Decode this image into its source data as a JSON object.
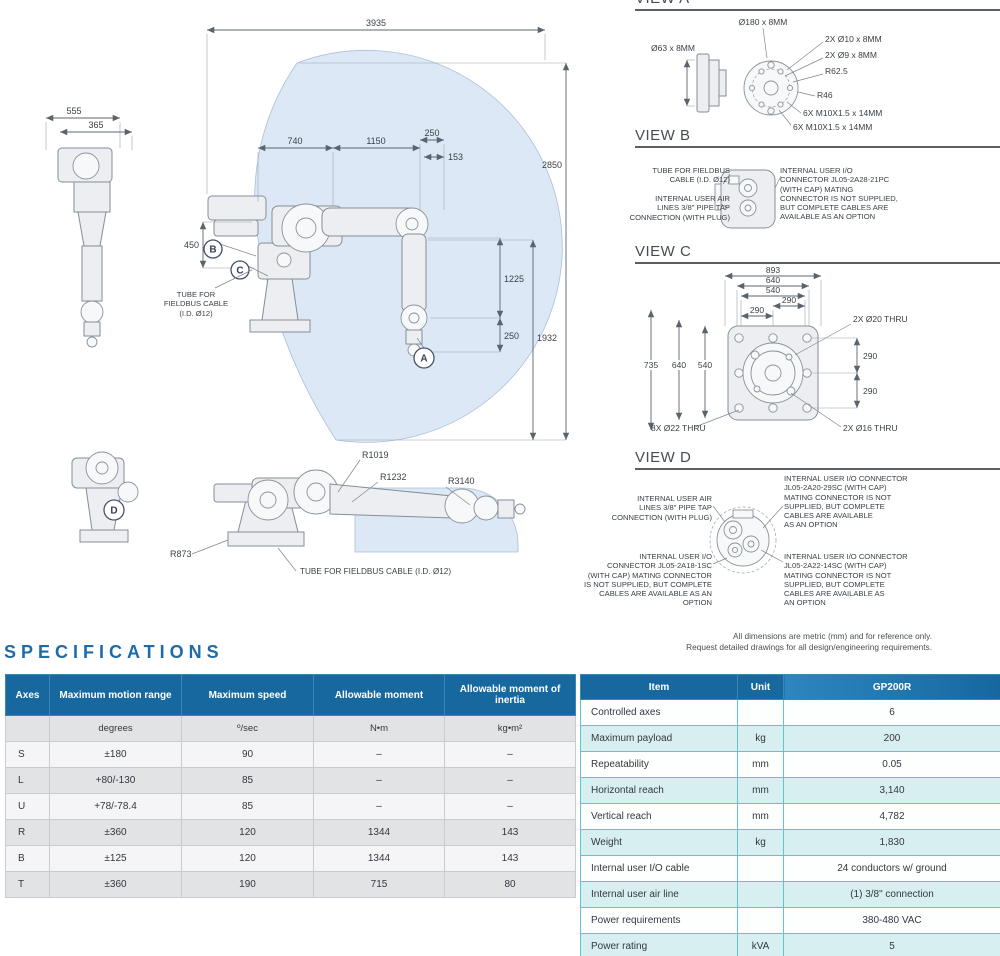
{
  "drawing": {
    "front": {
      "d555": "555",
      "d365": "365"
    },
    "envelope": {
      "d3935": "3935",
      "d2850": "2850",
      "d740": "740",
      "d1150": "1150",
      "d250_top": "250",
      "d153": "153",
      "d450": "450",
      "d1225": "1225",
      "d250_mid": "250",
      "d1932": "1932",
      "callout_a": "A",
      "callout_b": "B",
      "callout_c": "C",
      "tube_label": "TUBE FOR\nFIELDBUS CABLE\n(I.D. Ø12)"
    },
    "side": {
      "callout_d": "D",
      "r873": "R873",
      "r1019": "R1019",
      "r1232": "R1232",
      "r3140": "R3140",
      "tube_label": "TUBE FOR FIELDBUS CABLE (I.D. Ø12)"
    }
  },
  "view_a": {
    "title": "VIEW A",
    "d63": "Ø63 x 8MM",
    "d180": "Ø180 x 8MM",
    "d10": "2X Ø10 x 8MM",
    "d9": "2X Ø9 x 8MM",
    "r625": "R62.5",
    "r46": "R46",
    "m10_a": "6X M10X1.5 x 14MM",
    "m10_b": "6X M10X1.5 x 14MM"
  },
  "view_b": {
    "title": "VIEW B",
    "tube": "TUBE FOR FIELDBUS\nCABLE (I.D. Ø12)",
    "air": "INTERNAL USER AIR\nLINES 3/8\" PIPE TAP\nCONNECTION (WITH PLUG)",
    "io": "INTERNAL USER I/O\nCONNECTOR JL05-2A28-21PC\n(WITH CAP) MATING\nCONNECTOR IS NOT SUPPLIED,\nBUT COMPLETE CABLES ARE\nAVAILABLE AS AN OPTION"
  },
  "view_c": {
    "title": "VIEW C",
    "d893": "893",
    "d640_top": "640",
    "d540_top": "540",
    "d290_ta": "290",
    "d290_tb": "290",
    "d290_ra": "290",
    "d290_rb": "290",
    "d735": "735",
    "d640_left": "640",
    "d540_left": "540",
    "thru20": "2X Ø20 THRU",
    "thru22": "8X Ø22 THRU",
    "thru16": "2X Ø16 THRU"
  },
  "view_d": {
    "title": "VIEW D",
    "air": "INTERNAL USER AIR\nLINES 3/8\" PIPE TAP\nCONNECTION (WITH PLUG)",
    "io18": "INTERNAL USER I/O\nCONNECTOR JL05-2A18-1SC\n(WITH CAP) MATING CONNECTOR\nIS NOT SUPPLIED, BUT COMPLETE\nCABLES ARE AVAILABLE AS AN OPTION",
    "io20": "INTERNAL USER I/O CONNECTOR\nJL05-2A20-29SC (WITH CAP)\nMATING CONNECTOR IS NOT\nSUPPLIED, BUT COMPLETE\nCABLES ARE AVAILABLE\nAS AN OPTION",
    "io22": "INTERNAL USER I/O CONNECTOR\nJL05-2A22-14SC (WITH CAP)\nMATING CONNECTOR IS NOT\nSUPPLIED, BUT COMPLETE\nCABLES ARE AVAILABLE AS\nAN OPTION"
  },
  "footer_note": {
    "line1": "All dimensions are metric (mm) and for reference only.",
    "line2": "Request detailed drawings for all design/engineering requirements."
  },
  "specifications": {
    "title": "SPECIFICATIONS"
  },
  "axes_table": {
    "headers": [
      "Axes",
      "Maximum motion range",
      "Maximum speed",
      "Allowable moment",
      "Allowable moment of inertia"
    ],
    "units": [
      "",
      "degrees",
      "º/sec",
      "N•m",
      "kg•m²"
    ],
    "rows": [
      [
        "S",
        "±180",
        "90",
        "–",
        "–"
      ],
      [
        "L",
        "+80/-130",
        "85",
        "–",
        "–"
      ],
      [
        "U",
        "+78/-78.4",
        "85",
        "–",
        "–"
      ],
      [
        "R",
        "±360",
        "120",
        "1344",
        "143"
      ],
      [
        "B",
        "±125",
        "120",
        "1344",
        "143"
      ],
      [
        "T",
        "±360",
        "190",
        "715",
        "80"
      ]
    ]
  },
  "spec_table": {
    "headers": [
      "Item",
      "Unit",
      "GP200R"
    ],
    "rows": [
      [
        "Controlled axes",
        "",
        "6"
      ],
      [
        "Maximum payload",
        "kg",
        "200"
      ],
      [
        "Repeatability",
        "mm",
        "0.05"
      ],
      [
        "Horizontal reach",
        "mm",
        "3,140"
      ],
      [
        "Vertical reach",
        "mm",
        "4,782"
      ],
      [
        "Weight",
        "kg",
        "1,830"
      ],
      [
        "Internal user I/O cable",
        "",
        "24 conductors w/ ground"
      ],
      [
        "Internal user air line",
        "",
        "(1) 3/8\" connection"
      ],
      [
        "Power requirements",
        "",
        "380-480 VAC"
      ],
      [
        "Power rating",
        "kVA",
        "5"
      ]
    ]
  }
}
